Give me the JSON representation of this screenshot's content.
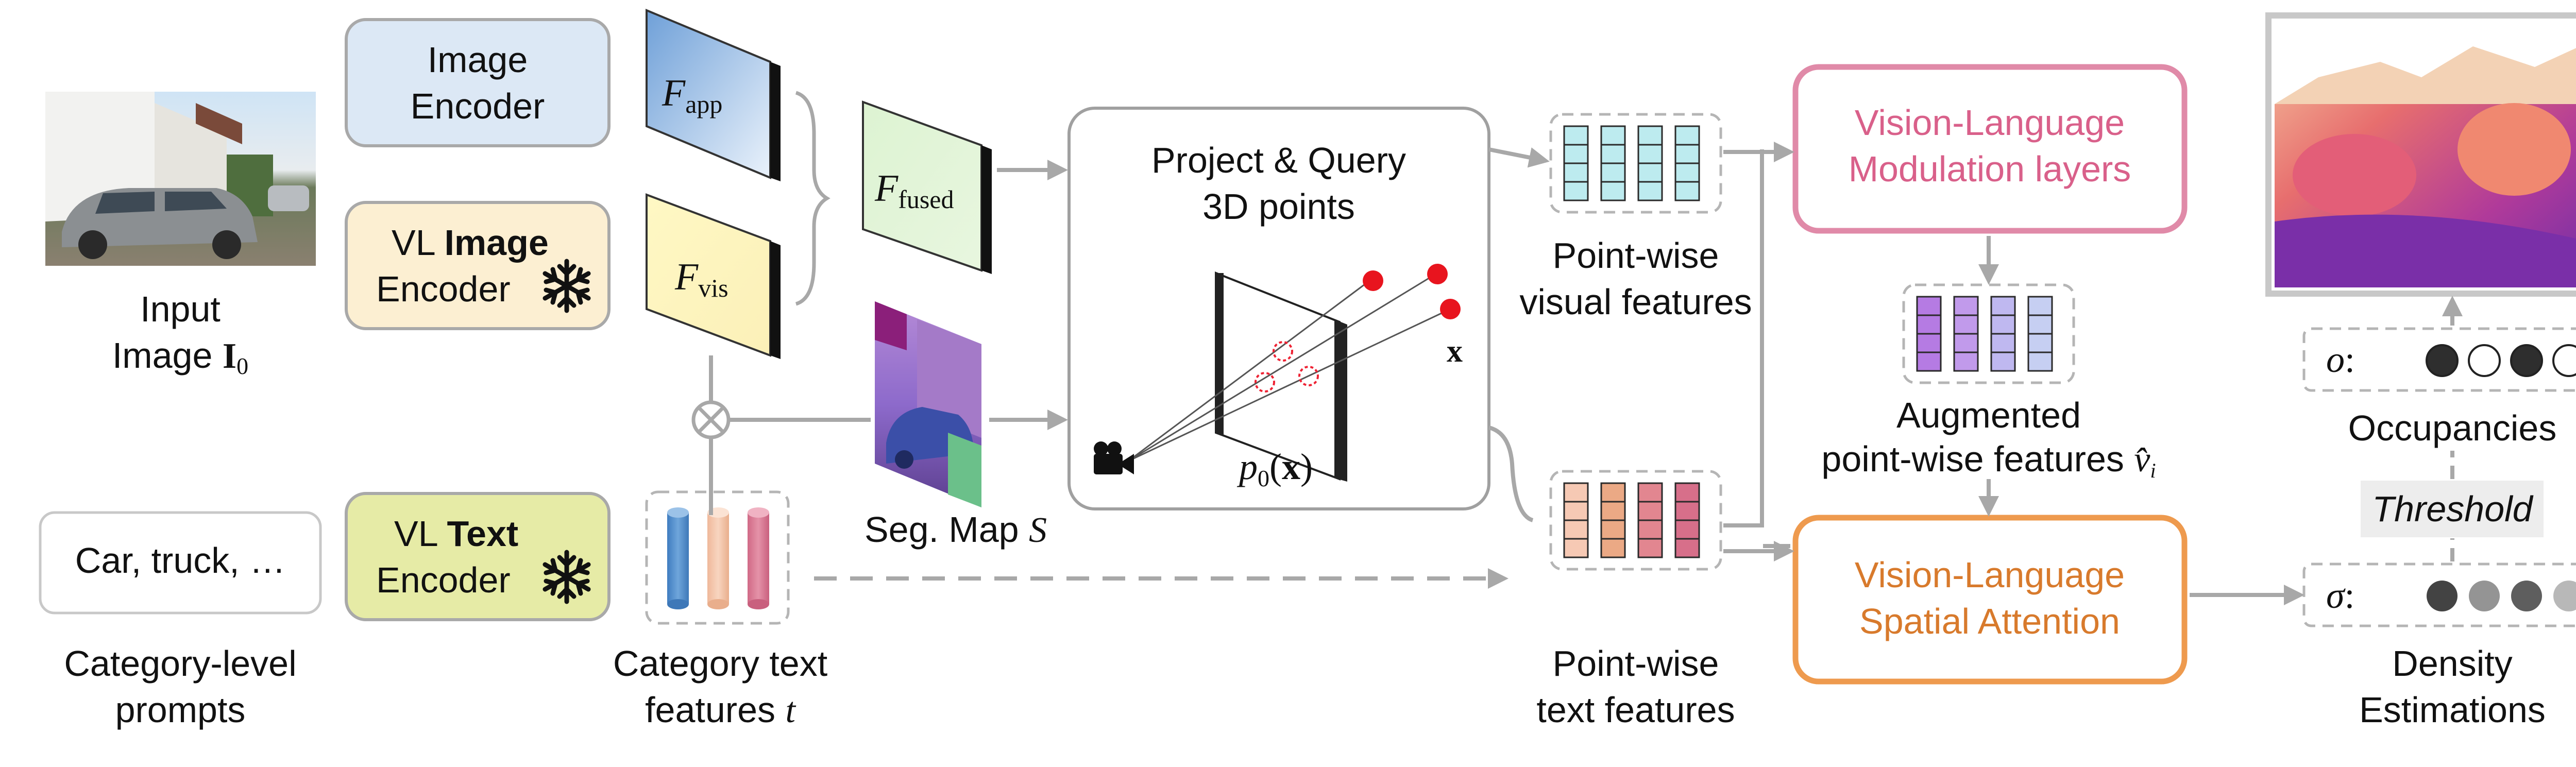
{
  "input": {
    "label_line1": "Input",
    "label_line2": "Image",
    "symbol": "I",
    "subscript": "0"
  },
  "prompts": {
    "box_text": "Car, truck,  …",
    "label_line1": "Category-level",
    "label_line2": "prompts"
  },
  "encoders": {
    "image_line1": "Image",
    "image_line2": "Encoder",
    "vl_image_prefix": "VL ",
    "vl_image_bold": "Image",
    "vl_image_line2": "Encoder",
    "vl_text_prefix": "VL ",
    "vl_text_bold": "Text",
    "vl_text_line2": "Encoder",
    "frozen_icon": "snowflake-icon"
  },
  "features": {
    "f": "F",
    "app": "app",
    "vis": "vis",
    "fused": "fused"
  },
  "seg": {
    "label_prefix": "Seg. Map ",
    "symbol": "S"
  },
  "text_features": {
    "label_line1": "Category text",
    "label_line2_prefix": "features ",
    "symbol": "t"
  },
  "project": {
    "title_line1": "Project & Query",
    "title_line2": "3D points",
    "p": "p",
    "sub": "0",
    "paren_open": "(",
    "x": "x",
    "paren_close": ")",
    "point_label": "x"
  },
  "pointwise_visual": {
    "label_line1": "Point-wise",
    "label_line2": "visual features"
  },
  "pointwise_text": {
    "label_line1": "Point-wise",
    "label_line2": "text features"
  },
  "modulation": {
    "line1": "Vision-Language",
    "line2": "Modulation layers"
  },
  "augmented": {
    "label_line1": "Augmented",
    "label_line2": "point-wise features ",
    "symbol": "v̂",
    "subscript": "i"
  },
  "spatial": {
    "line1": "Vision-Language",
    "line2": "Spatial Attention"
  },
  "occupancy": {
    "symbol": "o",
    "colon": ":",
    "label": "Occupancies",
    "circles": [
      1,
      0,
      1,
      0
    ]
  },
  "threshold": {
    "label": "Threshold"
  },
  "density": {
    "symbol": "σ",
    "colon": ":",
    "label_line1": "Density",
    "label_line2": "Estimations",
    "circles": [
      0.15,
      0.6,
      0.3,
      0.8
    ]
  },
  "colors": {
    "modulation": "#D9608A",
    "spatial": "#E08A3C",
    "encoder_image": "#DCE8F5",
    "encoder_vl_image": "#FCEFD2",
    "encoder_vl_text": "#E6EBA6",
    "arrow": "#A8A8A8",
    "visual_cells": "#BDEBEF",
    "augmented_cells": [
      "#B57BE3",
      "#C19AEB",
      "#BFB8F0",
      "#C6CFF2"
    ],
    "text_cells": [
      "#F6C9B4",
      "#EBA985",
      "#E28690",
      "#D76F8A"
    ]
  }
}
